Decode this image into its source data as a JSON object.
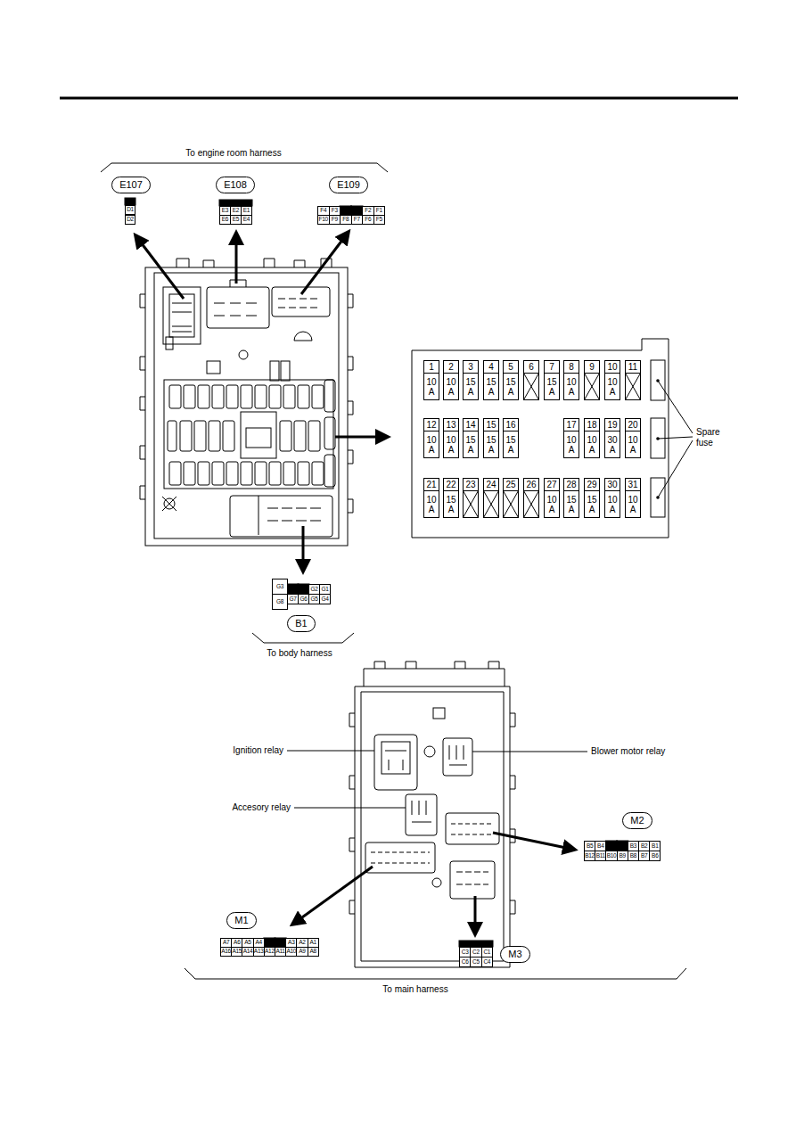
{
  "diagram": {
    "nodes": [
      {
        "text": [
          "E107"
        ]
      },
      {
        "text": [
          "E108"
        ]
      },
      {
        "text": [
          "E109"
        ]
      },
      {
        "text": [
          "B1"
        ]
      },
      {
        "text": [
          "M2"
        ]
      },
      {
        "text": [
          "M1"
        ]
      },
      {
        "text": [
          "M3"
        ]
      }
    ],
    "labels": [
      "To engine room harness",
      "D1",
      "D2",
      "E3",
      "E2",
      "E1",
      "E6",
      "E5",
      "E4",
      "F4",
      "F3",
      "F2",
      "F1",
      "F10",
      "F9",
      "F8",
      "F7",
      "F6",
      "F5",
      "1",
      "10 A",
      "2",
      "10 A",
      "3",
      "15 A",
      "4",
      "15 A",
      "5",
      "15 A",
      "6",
      "7",
      "15 A",
      "8",
      "10 A",
      "9",
      "10",
      "10 A",
      "11",
      "12",
      "10 A",
      "13",
      "10 A",
      "14",
      "15 A",
      "15",
      "15 A",
      "16",
      "15 A",
      "17",
      "10 A",
      "18",
      "10 A",
      "19",
      "30 A",
      "20",
      "10 A",
      "21",
      "10 A",
      "22",
      "15 A",
      "23",
      "24",
      "25",
      "26",
      "27",
      "10 A",
      "28",
      "15 A",
      "29",
      "15 A",
      "30",
      "10 A",
      "31",
      "10 A",
      "Spare fuse",
      "G3",
      "G2",
      "G1",
      "G8",
      "G7",
      "G6",
      "G5",
      "G4",
      "To body harness",
      "Ignition relay",
      "Blower motor relay",
      "Accesory relay",
      "B5",
      "B4",
      "B3",
      "B2",
      "B1",
      "B12",
      "B11",
      "B10",
      "B9",
      "B8",
      "B7",
      "B6",
      "A7",
      "A6",
      "A5",
      "A4",
      "A3",
      "A2",
      "A1",
      "A16",
      "A15",
      "A14",
      "A13",
      "A12",
      "A11",
      "A10",
      "A9",
      "A8",
      "C3",
      "C2",
      "C1",
      "C6",
      "C5",
      "C4",
      "To main harness"
    ]
  }
}
